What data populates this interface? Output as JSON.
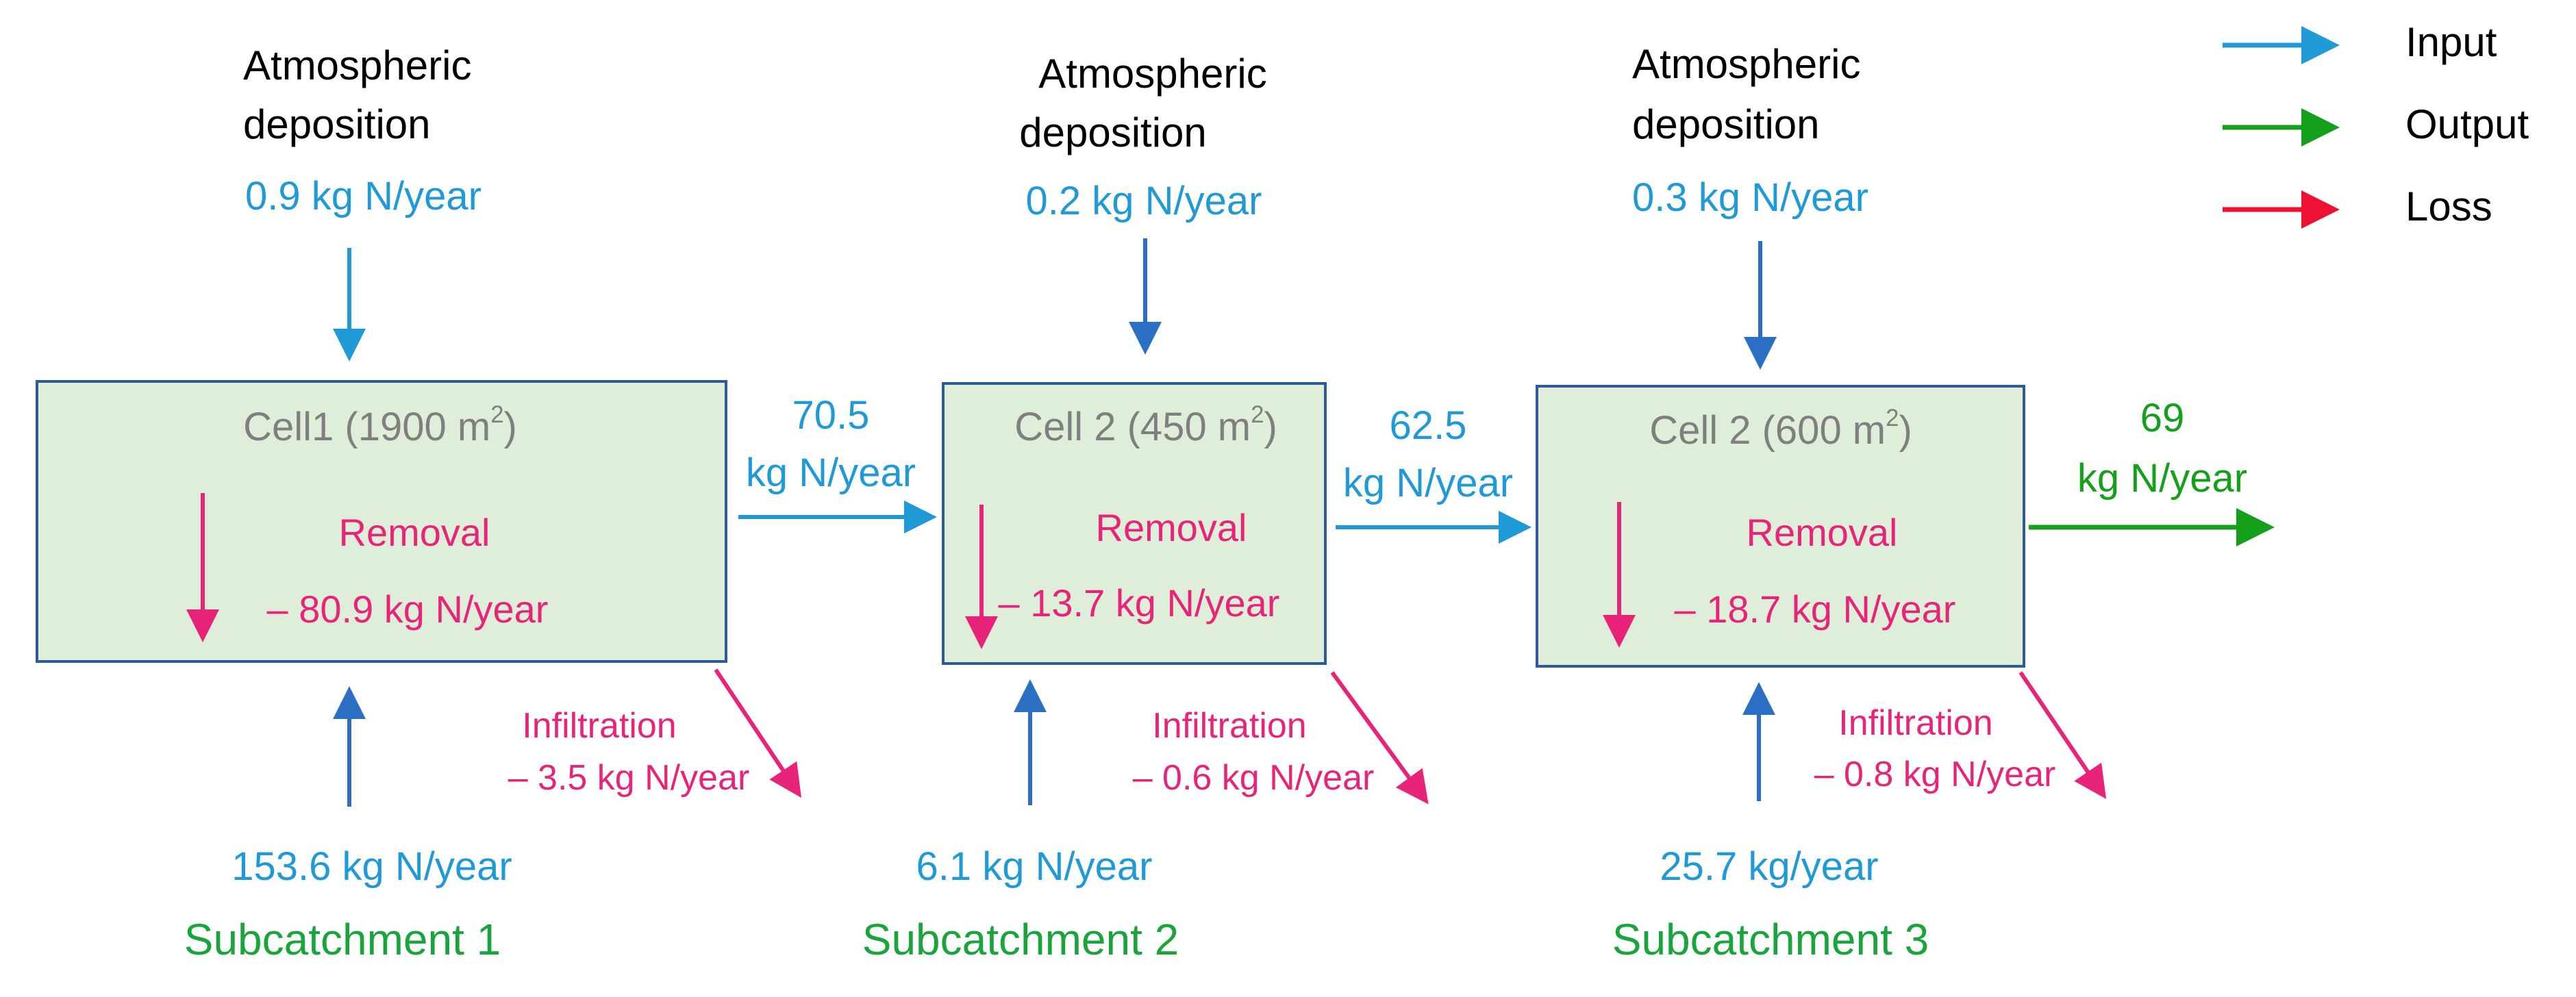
{
  "legend": {
    "input": "Input",
    "output": "Output",
    "loss": "Loss",
    "colors": {
      "input": "#1f9ad6",
      "output": "#14a01a",
      "loss": "#e8247a"
    }
  },
  "cells": [
    {
      "name": "Cell1",
      "area": "(1900 m",
      "area_unit_sup": "2",
      "area_close": ")",
      "deposition_label_1": "Atmospheric",
      "deposition_label_2": "deposition",
      "deposition_value": "0.9 kg N/year",
      "removal_label": "Removal",
      "removal_value": "– 80.9 kg N/year",
      "infiltration_label": "Infiltration",
      "infiltration_value": "– 3.5 kg N/year",
      "inflow_value": "153.6 kg N/year",
      "subcatchment": "Subcatchment  1"
    },
    {
      "name": "Cell 2",
      "area": "(450 m",
      "area_unit_sup": "2",
      "area_close": ")",
      "deposition_label_1": "Atmospheric",
      "deposition_label_2": "deposition",
      "deposition_value": "0.2 kg N/year",
      "removal_label": "Removal",
      "removal_value": "– 13.7 kg N/year",
      "infiltration_label": "Infiltration",
      "infiltration_value": "– 0.6 kg N/year",
      "inflow_value": "6.1 kg N/year",
      "subcatchment": "Subcatchment  2"
    },
    {
      "name": "Cell 2",
      "area": "(600 m",
      "area_unit_sup": "2",
      "area_close": ")",
      "deposition_label_1": "Atmospheric",
      "deposition_label_2": "deposition",
      "deposition_value": "0.3 kg N/year",
      "removal_label": "Removal",
      "removal_value": "– 18.7 kg N/year",
      "infiltration_label": "Infiltration",
      "infiltration_value": "– 0.8 kg N/year",
      "inflow_value": "25.7 kg/year",
      "subcatchment": "Subcatchment  3"
    }
  ],
  "transfers": [
    {
      "value": "70.5",
      "unit": "kg N/year"
    },
    {
      "value": "62.5",
      "unit": "kg N/year"
    }
  ],
  "outflow": {
    "value": "69",
    "unit": "kg N/year"
  }
}
